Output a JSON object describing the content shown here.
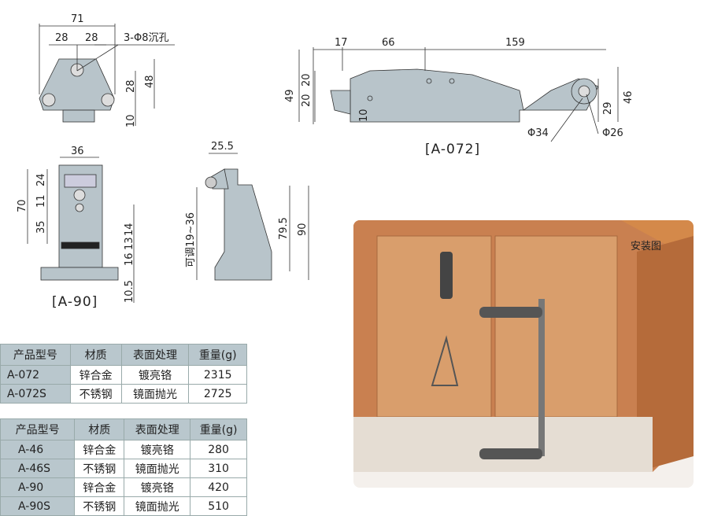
{
  "drawing_a46": {
    "d71": "71",
    "d28a": "28",
    "d28b": "28",
    "holes": "3-Φ8沉孔",
    "d28v": "28",
    "d48": "48",
    "d10": "10"
  },
  "drawing_a072": {
    "d17": "17",
    "d66": "66",
    "d159": "159",
    "d49": "49",
    "d20a": "20",
    "d20b": "20",
    "d10": "10",
    "d46": "46",
    "d29": "29",
    "phi34": "Φ34",
    "phi26": "Φ26",
    "label": "[A-072]"
  },
  "drawing_a90_front": {
    "d36": "36",
    "d70": "70",
    "d24": "24",
    "d11": "11",
    "d35": "35",
    "d14": "14",
    "d13": "13",
    "d16": "16",
    "d10_5": "10.5",
    "label": "[A-90]"
  },
  "drawing_a90_side": {
    "d25_5": "25.5",
    "adjust": "可调19~36",
    "d79_5": "79.5",
    "d90": "90"
  },
  "photo": {
    "caption": "安装图"
  },
  "table1": {
    "headers": [
      "产品型号",
      "材质",
      "表面处理",
      "重量(g)"
    ],
    "rows": [
      [
        "A-072",
        "锌合金",
        "镀亮铬",
        "2315"
      ],
      [
        "A-072S",
        "不锈钢",
        "镜面抛光",
        "2725"
      ]
    ]
  },
  "table2": {
    "headers": [
      "产品型号",
      "材质",
      "表面处理",
      "重量(g)"
    ],
    "rows": [
      [
        "A-46",
        "锌合金",
        "镀亮铬",
        "280"
      ],
      [
        "A-46S",
        "不锈钢",
        "镜面抛光",
        "310"
      ],
      [
        "A-90",
        "锌合金",
        "镀亮铬",
        "420"
      ],
      [
        "A-90S",
        "不锈钢",
        "镜面抛光",
        "510"
      ]
    ]
  }
}
